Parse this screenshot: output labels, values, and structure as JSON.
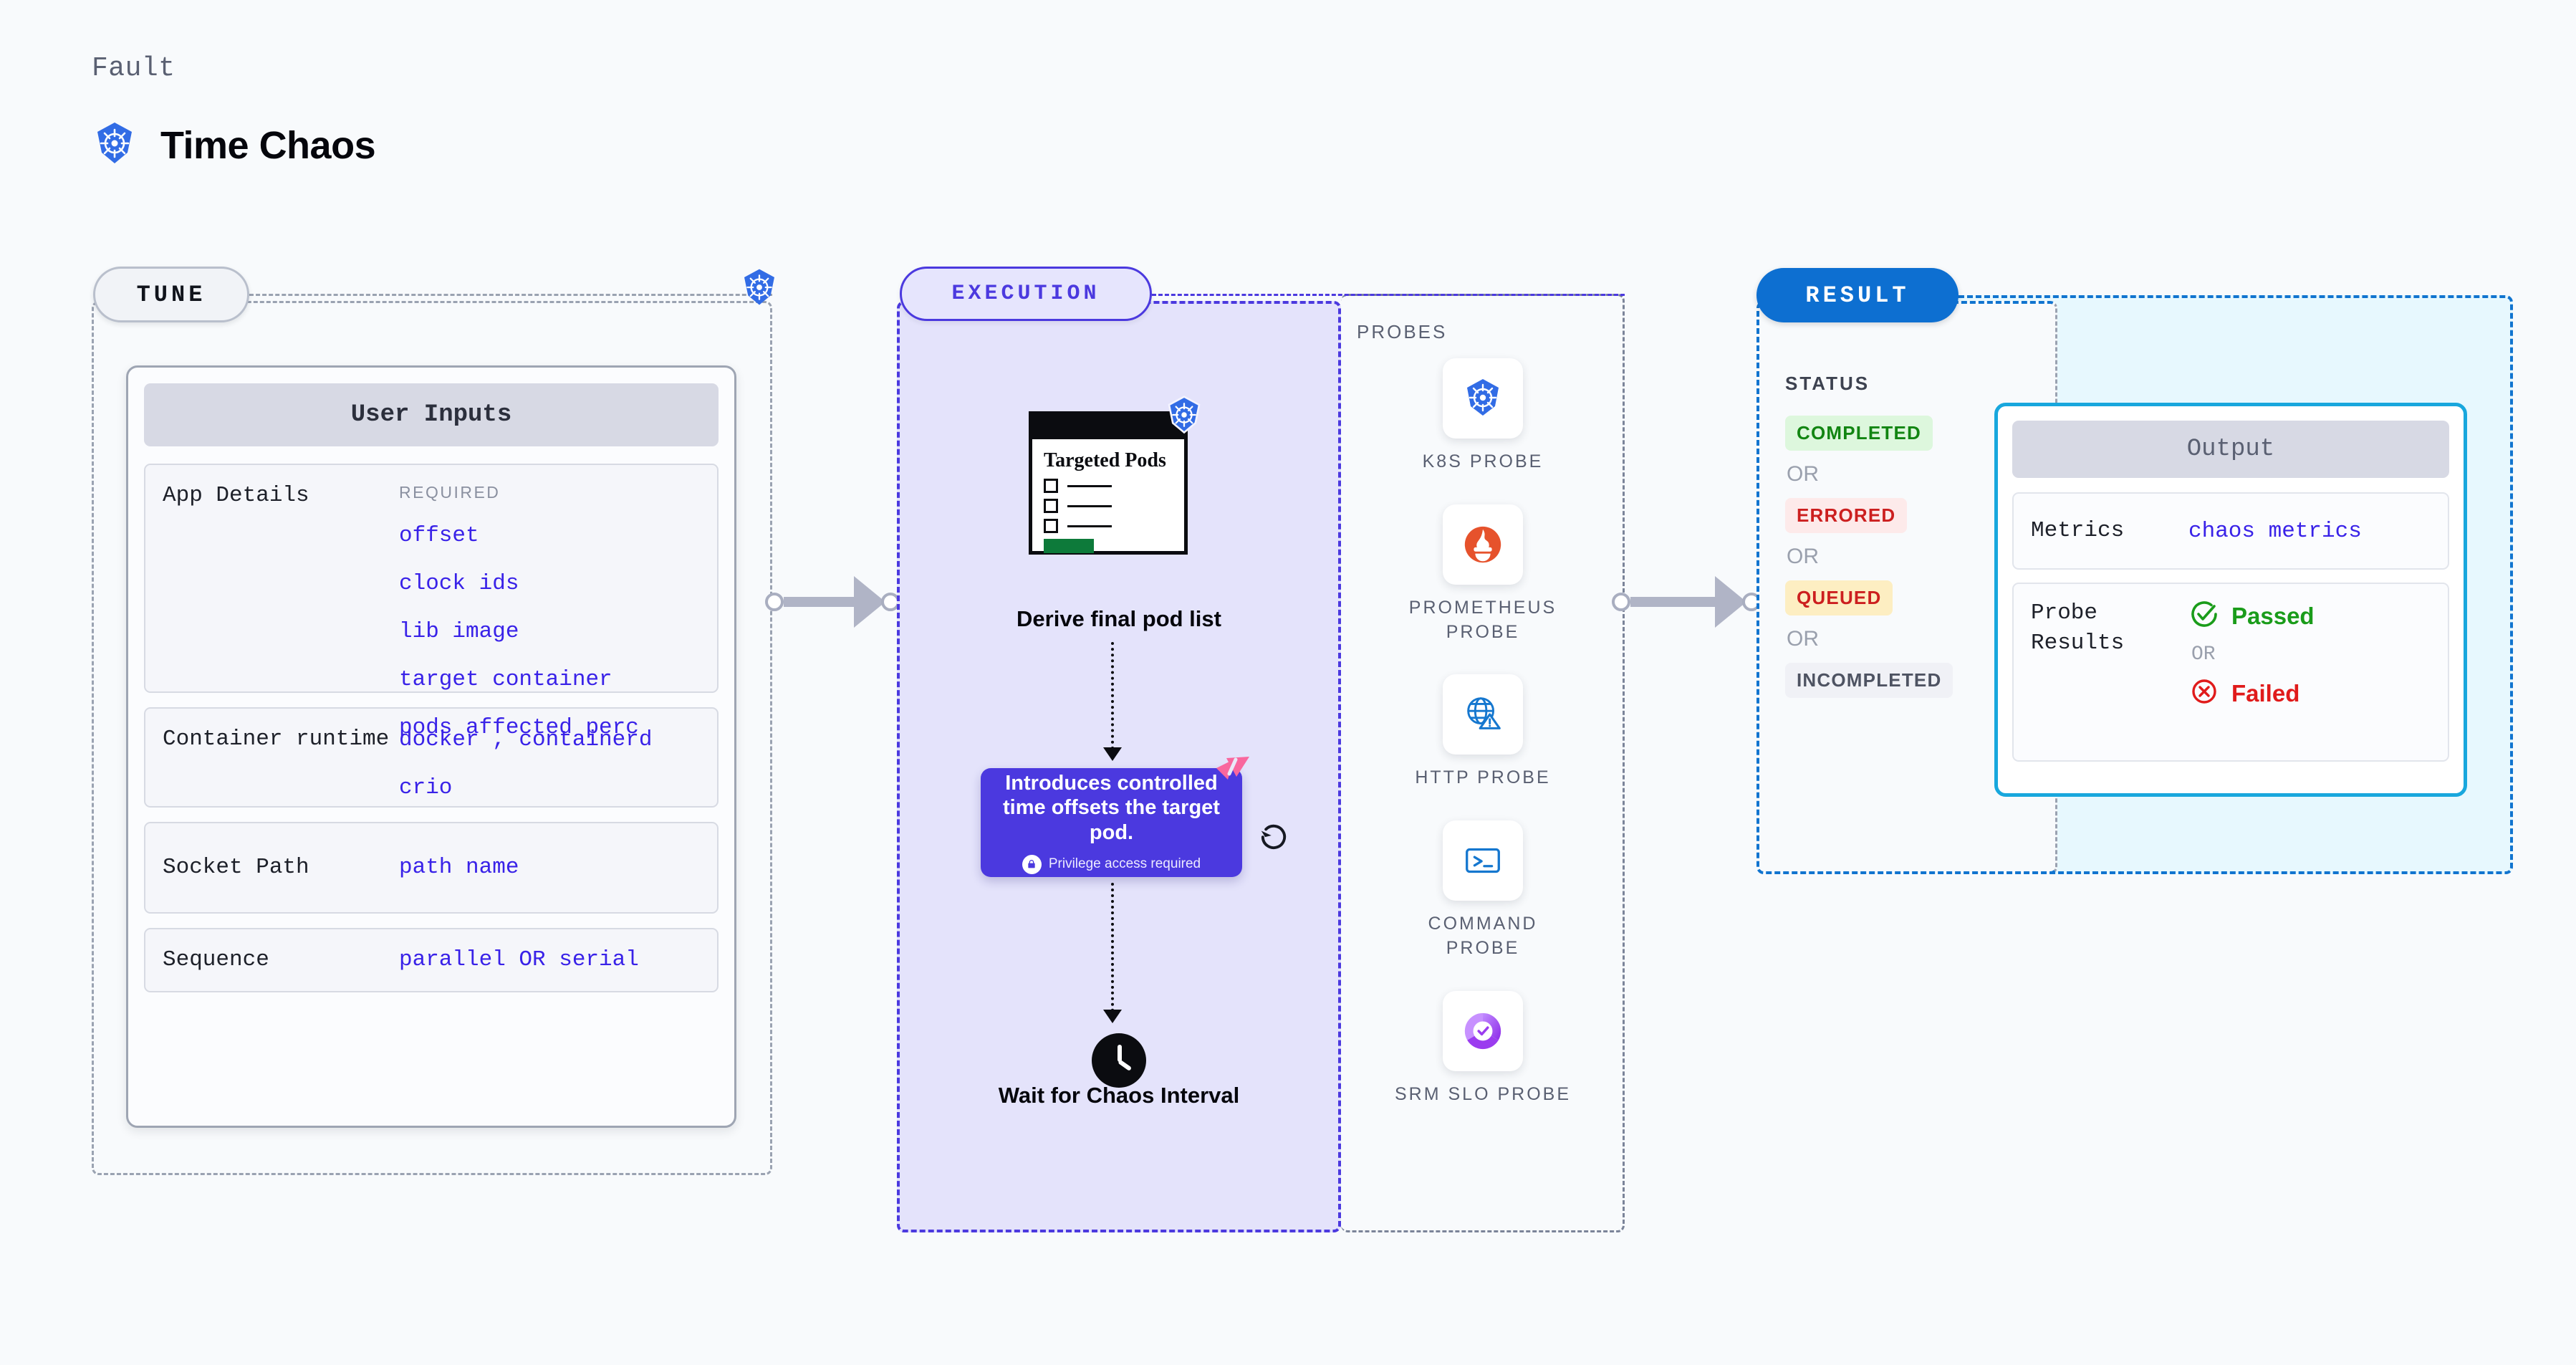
{
  "header": {
    "eyebrow": "Fault",
    "title": "Time Chaos",
    "icon": "kubernetes-icon"
  },
  "tune": {
    "badge": "TUNE",
    "corner_icon": "kubernetes-icon",
    "card_title": "User Inputs",
    "rows": [
      {
        "label": "App Details",
        "required_tag": "REQUIRED",
        "values": [
          "offset",
          "clock ids",
          "lib image",
          "target container",
          "pods affected perc"
        ]
      },
      {
        "label": "Container runtime",
        "values": [
          "docker , containerd",
          "crio"
        ]
      },
      {
        "label": "Socket Path",
        "values": [
          "path name"
        ]
      },
      {
        "label": "Sequence",
        "values": [
          "parallel OR serial"
        ]
      }
    ]
  },
  "execution": {
    "badge": "EXECUTION",
    "pods_card": {
      "title": "Targeted Pods",
      "icon": "kubernetes-icon",
      "checkbox_rows": 3
    },
    "step_one_caption": "Derive final pod list",
    "description": "Introduces controlled time offsets the target pod.",
    "privilege_note": "Privilege access required",
    "privilege_icon": "lock-icon",
    "brand_icon": "litmus-icon",
    "loop_icon": "refresh-loop-icon",
    "step_two_caption": "Wait for Chaos Interval",
    "clock_icon": "clock-icon"
  },
  "probes": {
    "title": "PROBES",
    "items": [
      {
        "name": "K8S PROBE",
        "icon": "kubernetes-icon"
      },
      {
        "name": "PROMETHEUS PROBE",
        "icon": "prometheus-icon"
      },
      {
        "name": "HTTP PROBE",
        "icon": "http-globe-warning-icon"
      },
      {
        "name": "COMMAND PROBE",
        "icon": "terminal-icon"
      },
      {
        "name": "SRM SLO PROBE",
        "icon": "srm-slo-icon"
      }
    ]
  },
  "result": {
    "badge": "RESULT",
    "status_title": "STATUS",
    "or_label": "OR",
    "statuses": [
      {
        "label": "COMPLETED",
        "bg": "#ddf7dd",
        "fg": "#128512"
      },
      {
        "label": "ERRORED",
        "bg": "#fdeaea",
        "fg": "#cc1f1f"
      },
      {
        "label": "QUEUED",
        "bg": "#fdeec2",
        "fg": "#cc1f1f"
      },
      {
        "label": "INCOMPLETED",
        "bg": "#f0f1f6",
        "fg": "#4e5362"
      }
    ]
  },
  "output": {
    "title": "Output",
    "metrics_label": "Metrics",
    "metrics_value": "chaos metrics",
    "probe_results_label": "Probe Results",
    "passed_label": "Passed",
    "failed_label": "Failed",
    "or_label": "OR",
    "passed_icon": "check-circle-icon",
    "failed_icon": "x-circle-icon"
  },
  "colors": {
    "accent_purple": "#4b39df",
    "accent_blue": "#0d6fd1",
    "accent_cyan": "#18a7dd",
    "code_blue": "#3922e8",
    "k8s_blue": "#326ce5",
    "prometheus_orange": "#e6522c",
    "pass_green": "#128512",
    "fail_red": "#cc1f1f"
  }
}
